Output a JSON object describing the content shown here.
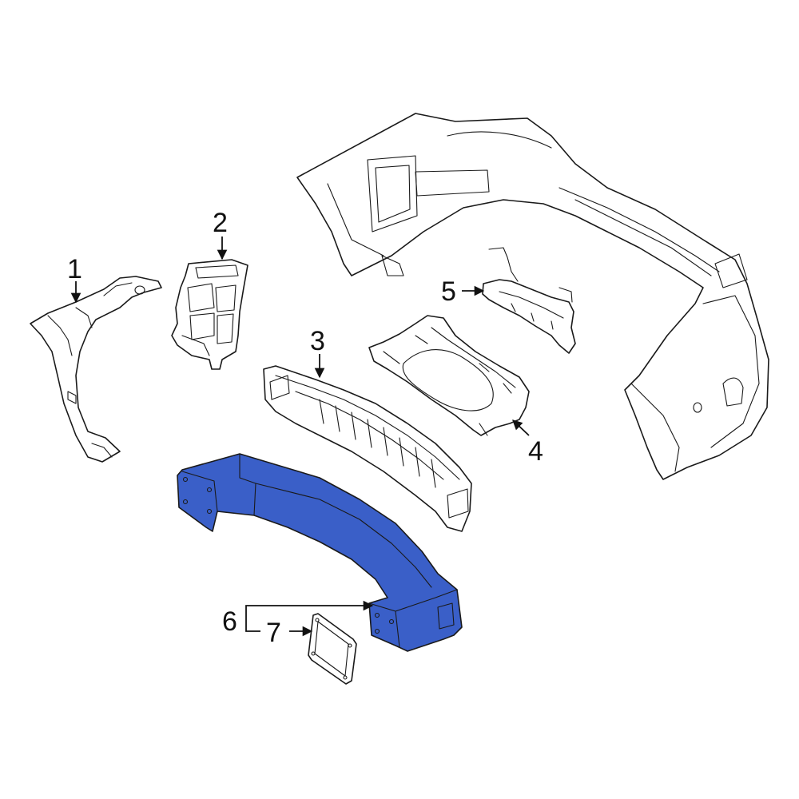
{
  "colors": {
    "highlight": "#3a5fc8",
    "line": "#1a1a1a",
    "background": "#ffffff"
  },
  "callouts": {
    "c1": "1",
    "c2": "2",
    "c3": "3",
    "c4": "4",
    "c5": "5",
    "c6": "6",
    "c7": "7"
  }
}
